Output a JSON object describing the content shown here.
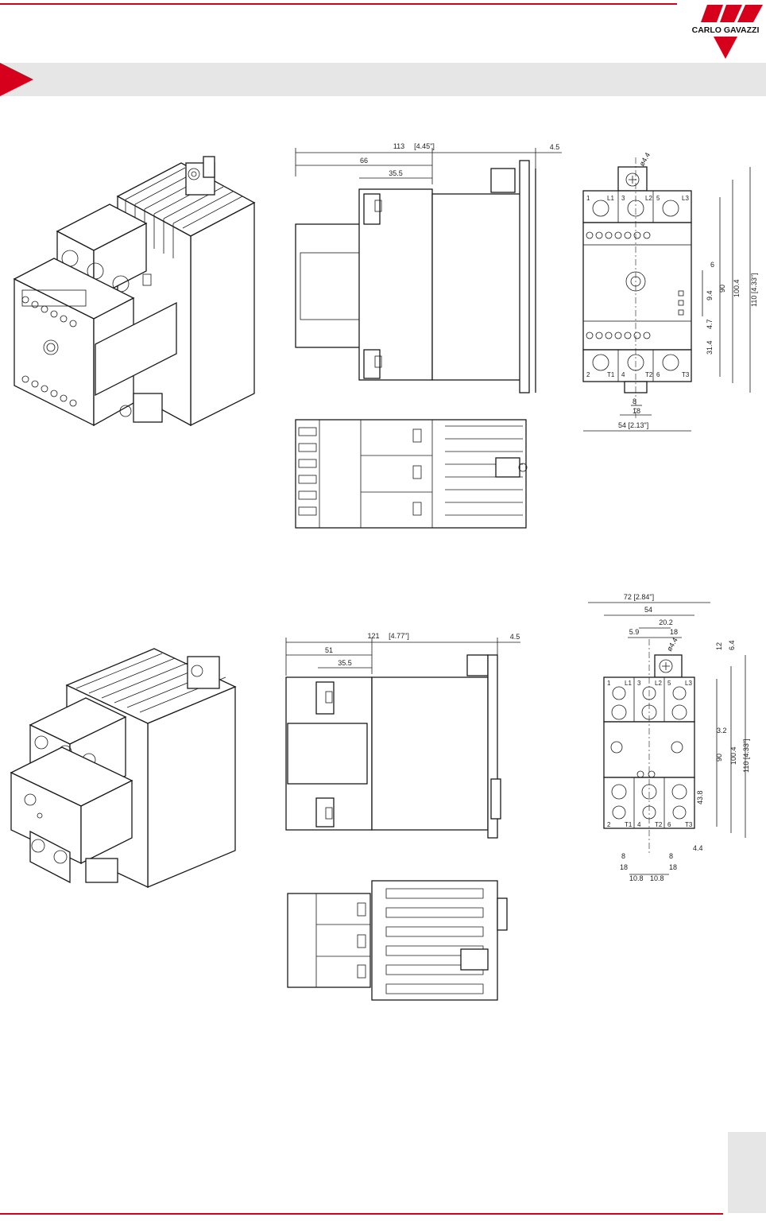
{
  "brand": {
    "name": "CARLO GAVAZZI",
    "accent_color": "#d6001c",
    "bar_color": "#e6e6e6"
  },
  "drawing1": {
    "side_view": {
      "overall_width": "113",
      "overall_width_inch": "[4.45\"]",
      "dim_66": "66",
      "dim_35_5": "35.5",
      "dim_4_5": "4.5"
    },
    "front_view": {
      "hole_dia": "ø4.4",
      "terminals_top": [
        "1",
        "L1",
        "3",
        "L2",
        "5",
        "L3"
      ],
      "terminals_bottom": [
        "2",
        "T1",
        "4",
        "T2",
        "6",
        "T3"
      ],
      "dim_6": "6",
      "dim_9_4": "9.4",
      "dim_4_7": "4.7",
      "dim_31_4": "31.4",
      "dim_90": "90",
      "dim_100_4": "100.4",
      "dim_110": "110 [4.33\"]",
      "dim_8": "8",
      "dim_18": "18",
      "dim_54": "54 [2.13\"]"
    }
  },
  "drawing2": {
    "side_view": {
      "overall_width": "121",
      "overall_width_inch": "[4.77\"]",
      "dim_51": "51",
      "dim_35_5": "35.5",
      "dim_4_5": "4.5"
    },
    "front_view": {
      "overall_width": "72 [2.84\"]",
      "dim_54": "54",
      "dim_20_2": "20.2",
      "dim_18_top": "18",
      "dim_5_9": "5.9",
      "dim_12": "12",
      "dim_6_4": "6.4",
      "hole_dia": "ø4.4",
      "terminals_top": [
        "1",
        "L1",
        "3",
        "L2",
        "5",
        "L3"
      ],
      "terminals_bottom": [
        "2",
        "T1",
        "4",
        "T2",
        "6",
        "T3"
      ],
      "dim_3_2": "3.2",
      "dim_90": "90",
      "dim_100_4": "100.4",
      "dim_110": "110 [4.33\"]",
      "dim_43_8": "43.8",
      "dim_4_4": "4.4",
      "dim_8": "8",
      "dim_18": "18",
      "dim_10_8": "10.8"
    }
  }
}
